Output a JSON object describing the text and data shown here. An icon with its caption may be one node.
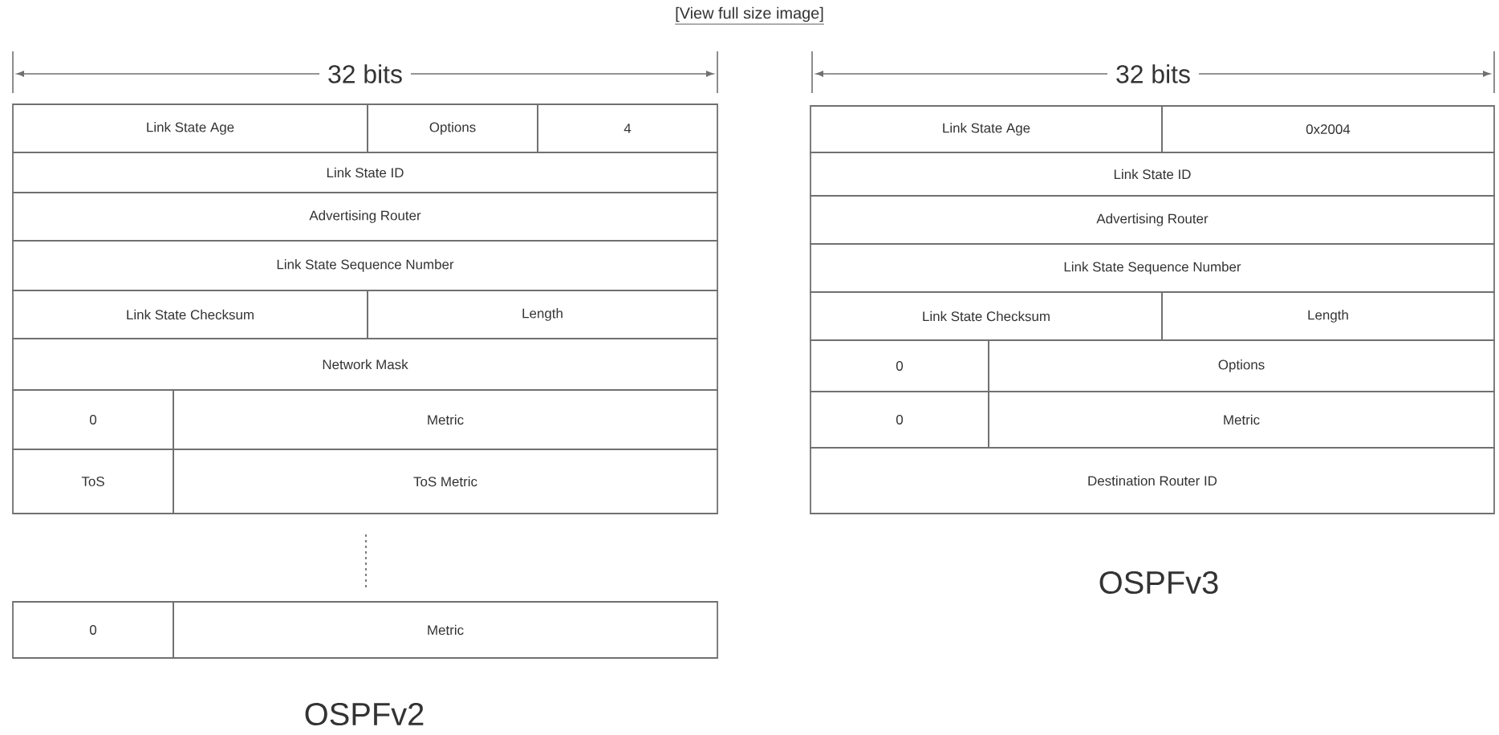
{
  "diagram": {
    "nodes": [
      {
        "text": [
          "Link State Age"
        ]
      },
      {
        "text": [
          "Options"
        ]
      },
      {
        "text": [
          "4"
        ]
      },
      {
        "text": [
          "Link State ID"
        ]
      },
      {
        "text": [
          "Advertising Router"
        ]
      },
      {
        "text": [
          "Link State Sequence Number"
        ]
      },
      {
        "text": [
          "Link State Checksum"
        ]
      },
      {
        "text": [
          "Length"
        ]
      },
      {
        "text": [
          "Network Mask"
        ]
      },
      {
        "text": [
          "0"
        ]
      },
      {
        "text": [
          "Metric"
        ]
      },
      {
        "text": [
          "ToS"
        ]
      },
      {
        "text": [
          "ToS Metric"
        ]
      },
      {
        "text": [
          "0"
        ]
      },
      {
        "text": [
          "Metric"
        ]
      },
      {
        "text": [
          "Link State Age"
        ]
      },
      {
        "text": [
          "0x2004"
        ]
      },
      {
        "text": [
          "Link State ID"
        ]
      },
      {
        "text": [
          "Advertising Router"
        ]
      },
      {
        "text": [
          "Link State Sequence Number"
        ]
      },
      {
        "text": [
          "Link State Checksum"
        ]
      },
      {
        "text": [
          "Length"
        ]
      },
      {
        "text": [
          "0"
        ]
      },
      {
        "text": [
          "Options"
        ]
      },
      {
        "text": [
          "0"
        ]
      },
      {
        "text": [
          "Metric"
        ]
      },
      {
        "text": [
          "Destination Router ID"
        ]
      }
    ],
    "labels": [
      "[View full size image]",
      "32 bits",
      "32 bits",
      "OSPFv2",
      "OSPFv3"
    ]
  }
}
